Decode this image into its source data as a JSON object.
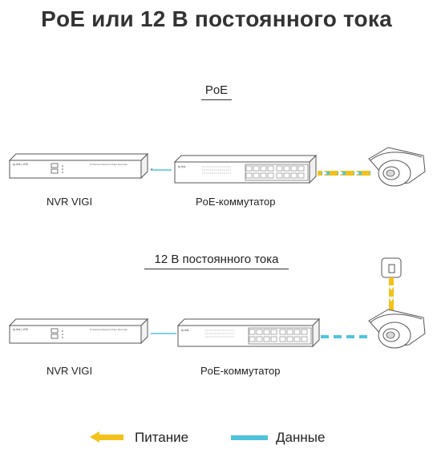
{
  "title": "PoE или 12 В постоянного тока",
  "sections": [
    {
      "label": "PoE",
      "nvr_label": "NVR VIGI",
      "switch_label": "PoE-коммутатор"
    },
    {
      "label": "12 В постоянного тока",
      "nvr_label": "NVR VIGI",
      "switch_label": "PoE-коммутатор"
    }
  ],
  "legend": {
    "power_label": "Питание",
    "data_label": "Данные"
  },
  "colors": {
    "power": "#f2c21b",
    "data": "#4fc3dc",
    "device_outline": "#555555"
  }
}
